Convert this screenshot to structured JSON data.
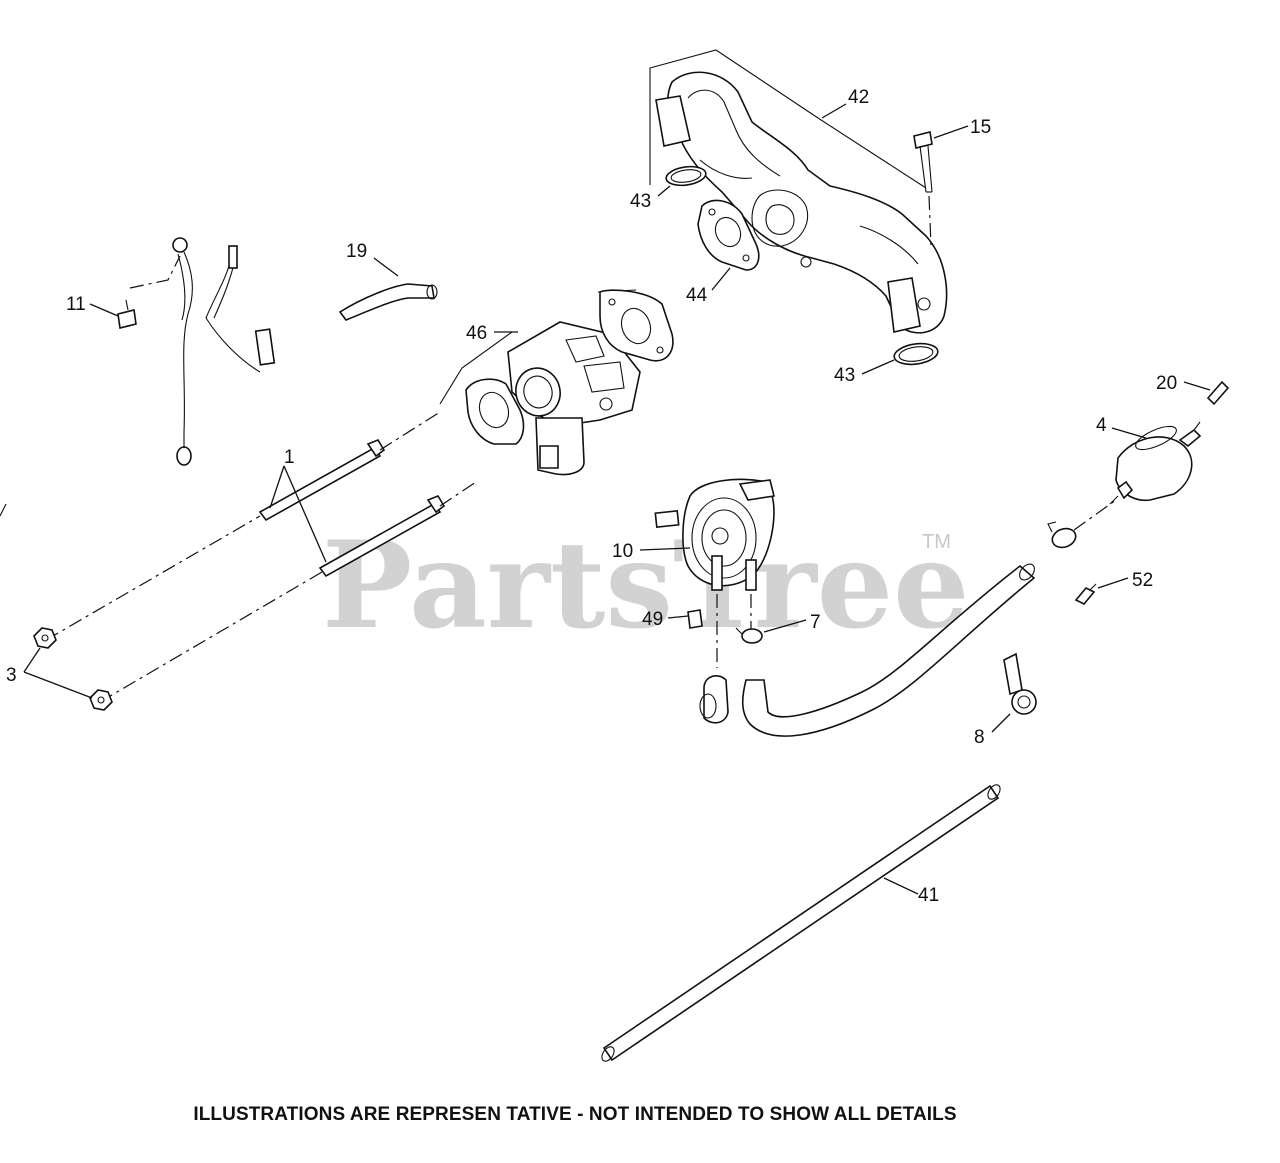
{
  "watermark": {
    "text": "PartsTree",
    "tm": "TM"
  },
  "footnote": "ILLUSTRATIONS ARE REPRESEN TATIVE - NOT INTENDED TO SHOW ALL DETAILS",
  "callouts": {
    "c1": "1",
    "c3": "3",
    "c4": "4",
    "c7": "7",
    "c8": "8",
    "c10": "10",
    "c11": "11",
    "c15": "15",
    "c19": "19",
    "c20": "20",
    "c41": "41",
    "c42": "42",
    "c43a": "43",
    "c43b": "43",
    "c44": "44",
    "c46": "46",
    "c49": "49",
    "c52": "52"
  }
}
